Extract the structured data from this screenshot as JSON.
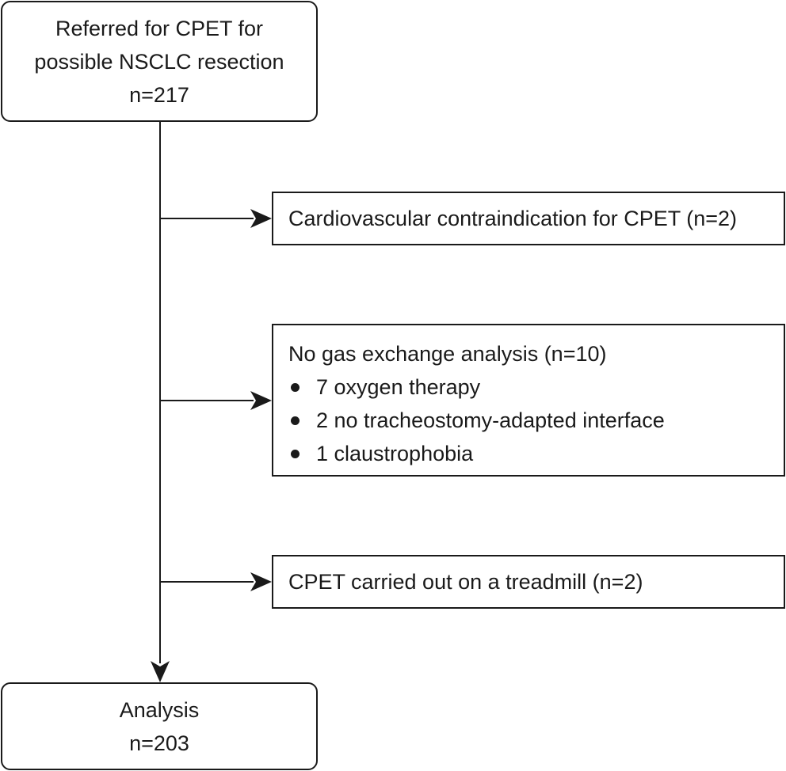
{
  "start": {
    "lines": [
      "Referred for CPET for",
      "possible NSCLC resection",
      "n=217"
    ]
  },
  "exclusions": [
    {
      "text": "Cardiovascular contraindication for CPET (n=2)"
    },
    {
      "title": "No gas exchange analysis (n=10)",
      "items": [
        "7 oxygen therapy",
        "2 no tracheostomy-adapted interface",
        "1 claustrophobia"
      ]
    },
    {
      "text": "CPET carried out on a treadmill (n=2)"
    }
  ],
  "end": {
    "lines": [
      "Analysis",
      "n=203"
    ]
  },
  "colors": {
    "stroke": "#1a1a1a",
    "background": "#ffffff"
  }
}
